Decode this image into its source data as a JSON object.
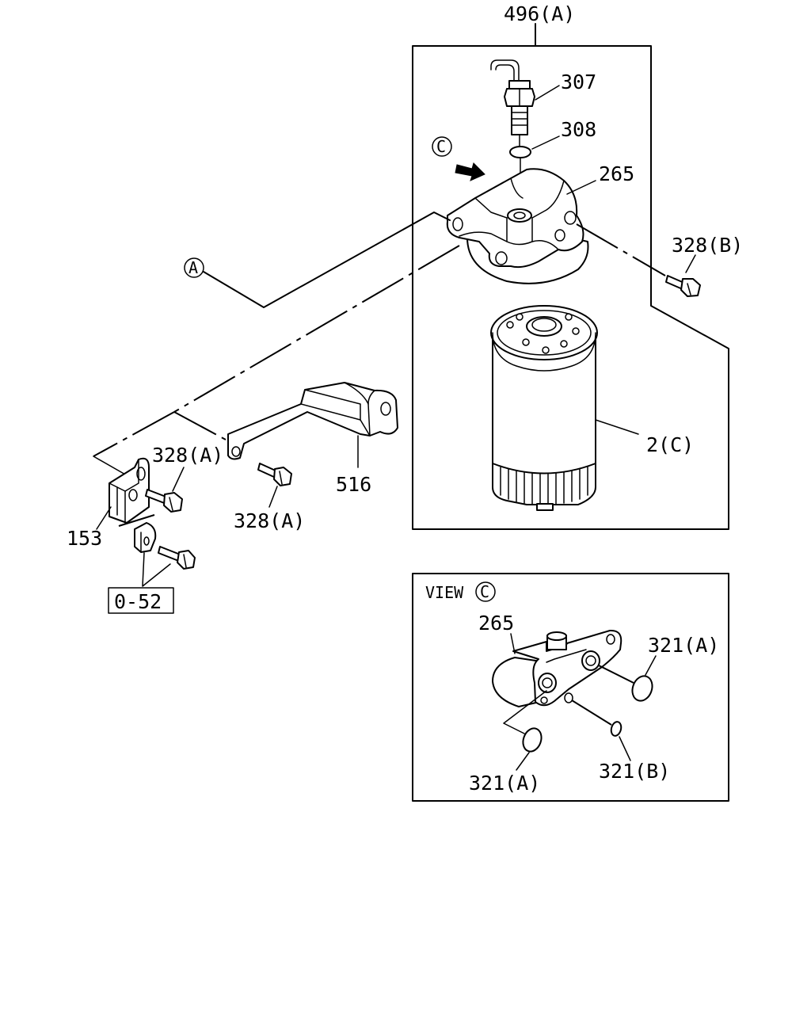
{
  "labels": {
    "assembly": "496(A)",
    "sensor": "307",
    "sensor_washer": "308",
    "filter_head": "265",
    "view_marker": "C",
    "ref_marker": "A",
    "bolt_b": "328(B)",
    "filter_element": "2(C)",
    "bracket": "516",
    "bolt_a_upper": "328(A)",
    "bolt_a_lower": "328(A)",
    "clip": "153",
    "ref_box": "0-52"
  },
  "view_c": {
    "title": "VIEW",
    "marker": "C",
    "filter_head": "265",
    "oring_a_right": "321(A)",
    "oring_a_left": "321(A)",
    "oring_b": "321(B)"
  }
}
